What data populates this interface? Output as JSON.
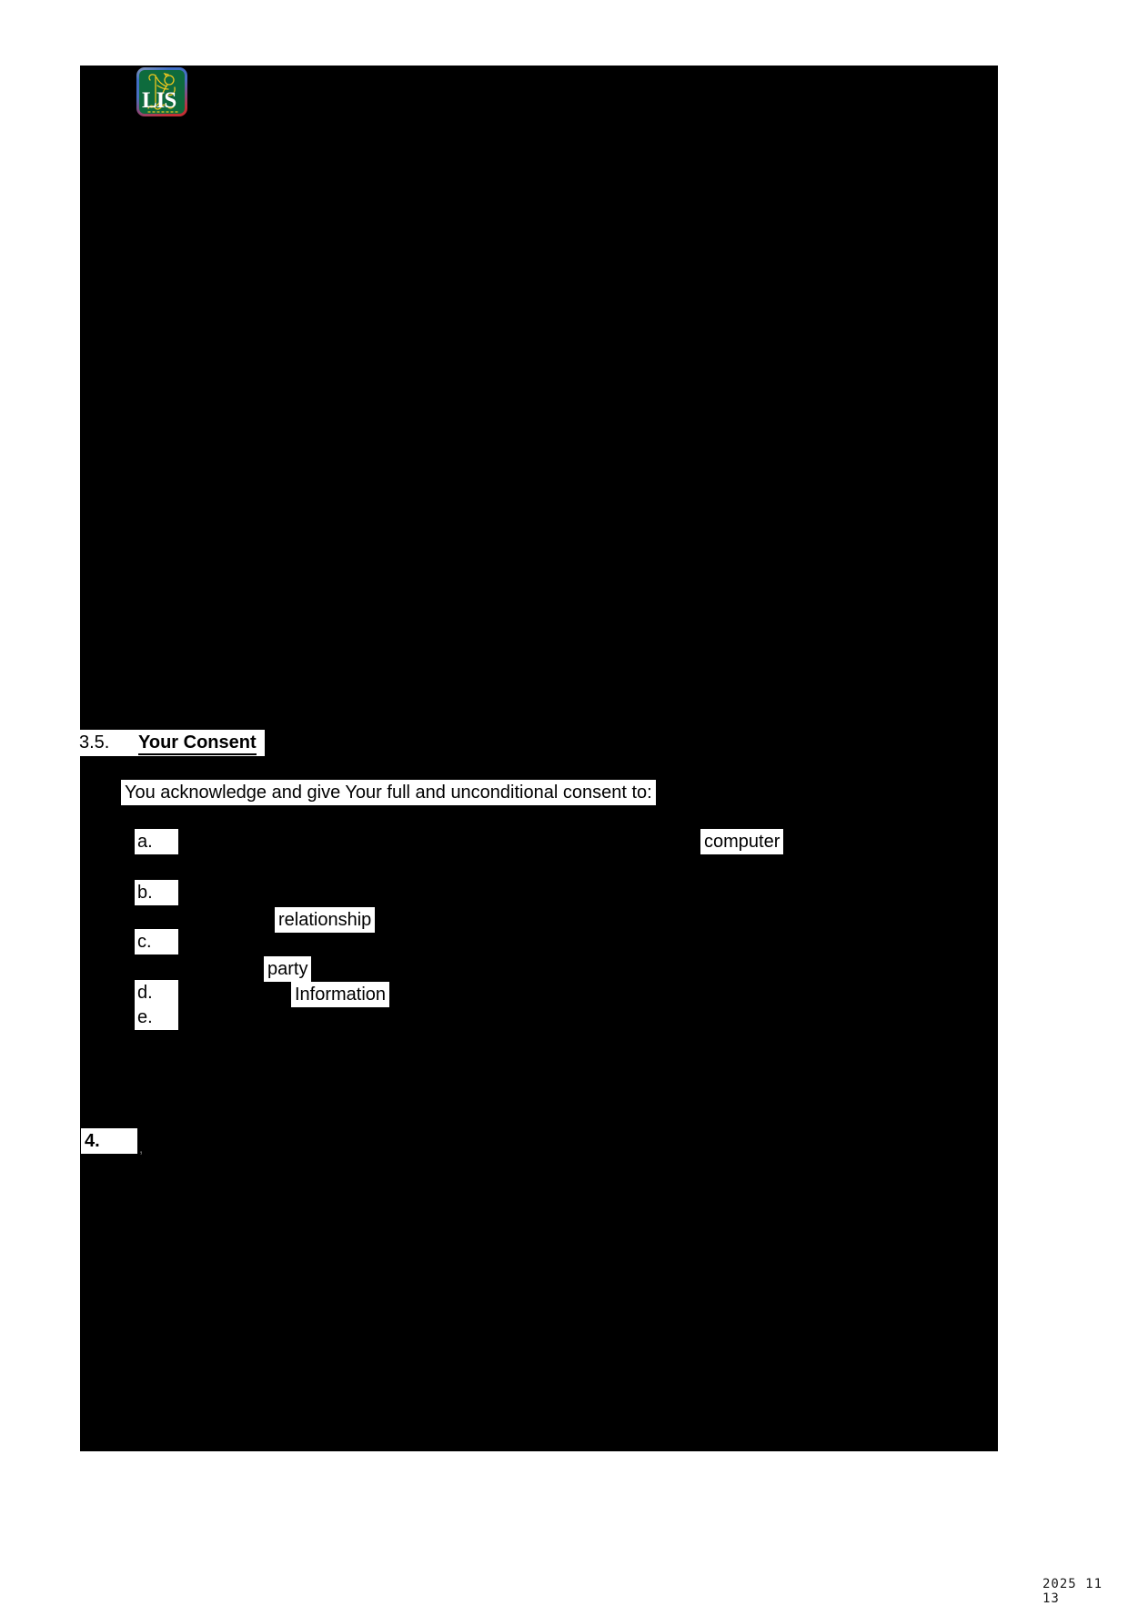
{
  "page": {
    "kind": "redacted scanned document page",
    "background_color": "#ffffff",
    "redaction_color": "#000000"
  },
  "logo": {
    "text": "LIS",
    "icon": "lion-crest-icon",
    "background_color": "#0e6b3d",
    "lion_color": "#efc71f",
    "text_color": "#ffffff",
    "border_top_color": "#3f6ec6",
    "border_bottom_color": "#c22f35"
  },
  "section_3_5": {
    "number": "3.5.",
    "title": "Your Consent",
    "intro": "You acknowledge and give Your full and unconditional consent to:",
    "items": [
      {
        "marker": "a.",
        "visible_text": "computer"
      },
      {
        "marker": "b.",
        "visible_text": "relationship"
      },
      {
        "marker": "c.",
        "visible_text": "party"
      },
      {
        "marker": "d.",
        "visible_text": "Information"
      },
      {
        "marker": "e.",
        "visible_text": ""
      }
    ]
  },
  "section_4": {
    "number": "4.",
    "trailing_mark": ","
  },
  "footer": {
    "date_stamp": "2025 11 13"
  }
}
